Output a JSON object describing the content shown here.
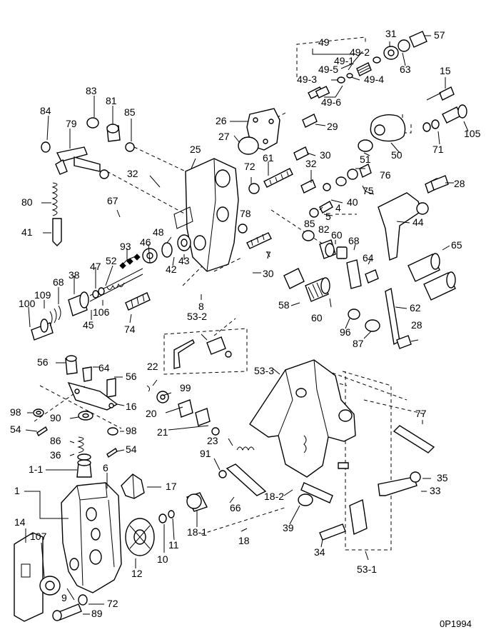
{
  "drawing_code": "0P1994",
  "callouts": [
    {
      "key": "c1",
      "text": "1"
    },
    {
      "key": "c1_1",
      "text": "1-1"
    },
    {
      "key": "c6",
      "text": "6"
    },
    {
      "key": "c9",
      "text": "9"
    },
    {
      "key": "c10",
      "text": "10"
    },
    {
      "key": "c11",
      "text": "11"
    },
    {
      "key": "c12",
      "text": "12"
    },
    {
      "key": "c14",
      "text": "14"
    },
    {
      "key": "c15",
      "text": "15"
    },
    {
      "key": "c16",
      "text": "16"
    },
    {
      "key": "c17",
      "text": "17"
    },
    {
      "key": "c18",
      "text": "18"
    },
    {
      "key": "c18_1",
      "text": "18-1"
    },
    {
      "key": "c18_2",
      "text": "18-2"
    },
    {
      "key": "c20",
      "text": "20"
    },
    {
      "key": "c21",
      "text": "21"
    },
    {
      "key": "c22",
      "text": "22"
    },
    {
      "key": "c23",
      "text": "23"
    },
    {
      "key": "c25",
      "text": "25"
    },
    {
      "key": "c26",
      "text": "26"
    },
    {
      "key": "c27",
      "text": "27"
    },
    {
      "key": "c28a",
      "text": "28"
    },
    {
      "key": "c28b",
      "text": "28"
    },
    {
      "key": "c29",
      "text": "29"
    },
    {
      "key": "c30a",
      "text": "30"
    },
    {
      "key": "c30b",
      "text": "30"
    },
    {
      "key": "c31",
      "text": "31"
    },
    {
      "key": "c32a",
      "text": "32"
    },
    {
      "key": "c32b",
      "text": "32"
    },
    {
      "key": "c33",
      "text": "33"
    },
    {
      "key": "c34",
      "text": "34"
    },
    {
      "key": "c35",
      "text": "35"
    },
    {
      "key": "c36",
      "text": "36"
    },
    {
      "key": "c38",
      "text": "38"
    },
    {
      "key": "c39",
      "text": "39"
    },
    {
      "key": "c40",
      "text": "40"
    },
    {
      "key": "c41",
      "text": "41"
    },
    {
      "key": "c42",
      "text": "42"
    },
    {
      "key": "c43",
      "text": "43"
    },
    {
      "key": "c44",
      "text": "44"
    },
    {
      "key": "c45",
      "text": "45"
    },
    {
      "key": "c46",
      "text": "46"
    },
    {
      "key": "c47",
      "text": "47"
    },
    {
      "key": "c48",
      "text": "48"
    },
    {
      "key": "c49",
      "text": "49"
    },
    {
      "key": "c49_1",
      "text": "49-1"
    },
    {
      "key": "c49_2",
      "text": "49-2"
    },
    {
      "key": "c49_3",
      "text": "49-3"
    },
    {
      "key": "c49_4",
      "text": "49-4"
    },
    {
      "key": "c49_5",
      "text": "49-5"
    },
    {
      "key": "c49_6",
      "text": "49-6"
    },
    {
      "key": "c50",
      "text": "50"
    },
    {
      "key": "c51",
      "text": "51"
    },
    {
      "key": "c52",
      "text": "52"
    },
    {
      "key": "c53_1",
      "text": "53-1"
    },
    {
      "key": "c53_2",
      "text": "53-2"
    },
    {
      "key": "c53_3",
      "text": "53-3"
    },
    {
      "key": "c54a",
      "text": "54"
    },
    {
      "key": "c54b",
      "text": "54"
    },
    {
      "key": "c56a",
      "text": "56"
    },
    {
      "key": "c56b",
      "text": "56"
    },
    {
      "key": "c57",
      "text": "57"
    },
    {
      "key": "c58",
      "text": "58"
    },
    {
      "key": "c60a",
      "text": "60"
    },
    {
      "key": "c60b",
      "text": "60"
    },
    {
      "key": "c61",
      "text": "61"
    },
    {
      "key": "c62",
      "text": "62"
    },
    {
      "key": "c63",
      "text": "63"
    },
    {
      "key": "c64a",
      "text": "64"
    },
    {
      "key": "c64b",
      "text": "64"
    },
    {
      "key": "c65",
      "text": "65"
    },
    {
      "key": "c66",
      "text": "66"
    },
    {
      "key": "c67",
      "text": "67"
    },
    {
      "key": "c68a",
      "text": "68"
    },
    {
      "key": "c68b",
      "text": "68"
    },
    {
      "key": "c71",
      "text": "71"
    },
    {
      "key": "c72a",
      "text": "72"
    },
    {
      "key": "c72b",
      "text": "72"
    },
    {
      "key": "c74",
      "text": "74"
    },
    {
      "key": "c75",
      "text": "75"
    },
    {
      "key": "c76",
      "text": "76"
    },
    {
      "key": "c77",
      "text": "77"
    },
    {
      "key": "c78",
      "text": "78"
    },
    {
      "key": "c79",
      "text": "79"
    },
    {
      "key": "c80",
      "text": "80"
    },
    {
      "key": "c81",
      "text": "81"
    },
    {
      "key": "c82",
      "text": "82"
    },
    {
      "key": "c83",
      "text": "83"
    },
    {
      "key": "c84",
      "text": "84"
    },
    {
      "key": "c85a",
      "text": "85"
    },
    {
      "key": "c85b",
      "text": "85"
    },
    {
      "key": "c86",
      "text": "86"
    },
    {
      "key": "c87",
      "text": "87"
    },
    {
      "key": "c89",
      "text": "89"
    },
    {
      "key": "c90",
      "text": "90"
    },
    {
      "key": "c91",
      "text": "91"
    },
    {
      "key": "c93",
      "text": "93"
    },
    {
      "key": "c96",
      "text": "96"
    },
    {
      "key": "c98a",
      "text": "98"
    },
    {
      "key": "c98b",
      "text": "98"
    },
    {
      "key": "c99",
      "text": "99"
    },
    {
      "key": "c100",
      "text": "100"
    },
    {
      "key": "c105",
      "text": "105"
    },
    {
      "key": "c106",
      "text": "106"
    },
    {
      "key": "c107",
      "text": "107"
    },
    {
      "key": "c109",
      "text": "109"
    },
    {
      "key": "c5",
      "text": "5"
    },
    {
      "key": "c4",
      "text": "4"
    },
    {
      "key": "c7",
      "text": "7"
    },
    {
      "key": "c8",
      "text": "8"
    }
  ],
  "labels": {
    "c1": "1",
    "c1_1": "1-1",
    "c6": "6",
    "c9": "9",
    "c10": "10",
    "c11": "11",
    "c12": "12",
    "c14": "14",
    "c15": "15",
    "c16": "16",
    "c17": "17",
    "c18": "18",
    "c18_1": "18-1",
    "c18_2": "18-2",
    "c20": "20",
    "c21": "21",
    "c22": "22",
    "c23": "23",
    "c25": "25",
    "c26": "26",
    "c27": "27",
    "c28a": "28",
    "c28b": "28",
    "c29": "29",
    "c30a": "30",
    "c30b": "30",
    "c31": "31",
    "c32a": "32",
    "c32b": "32",
    "c33": "33",
    "c34": "34",
    "c35": "35",
    "c36": "36",
    "c38": "38",
    "c39": "39",
    "c40": "40",
    "c41": "41",
    "c42": "42",
    "c43": "43",
    "c44": "44",
    "c45": "45",
    "c46": "46",
    "c47": "47",
    "c48": "48",
    "c49": "49",
    "c49_1": "49-1",
    "c49_2": "49-2",
    "c49_3": "49-3",
    "c49_4": "49-4",
    "c49_5": "49-5",
    "c49_6": "49-6",
    "c50": "50",
    "c51": "51",
    "c52": "52",
    "c53_1": "53-1",
    "c53_2": "53-2",
    "c53_3": "53-3",
    "c54a": "54",
    "c54b": "54",
    "c56a": "56",
    "c56b": "56",
    "c57": "57",
    "c58": "58",
    "c60a": "60",
    "c60b": "60",
    "c61": "61",
    "c62": "62",
    "c63": "63",
    "c64a": "64",
    "c64b": "64",
    "c65": "65",
    "c66": "66",
    "c67": "67",
    "c68a": "68",
    "c68b": "68",
    "c71": "71",
    "c72a": "72",
    "c72b": "72",
    "c74": "74",
    "c75": "75",
    "c76": "76",
    "c77": "77",
    "c78": "78",
    "c79": "79",
    "c80": "80",
    "c81": "81",
    "c82": "82",
    "c83": "83",
    "c84": "84",
    "c85a": "85",
    "c85b": "85",
    "c86": "86",
    "c87": "87",
    "c89": "89",
    "c90": "90",
    "c91": "91",
    "c93": "93",
    "c96": "96",
    "c98a": "98",
    "c98b": "98",
    "c99": "99",
    "c100": "100",
    "c105": "105",
    "c106": "106",
    "c107": "107",
    "c109": "109",
    "c5": "5",
    "c4": "4",
    "c7": "7",
    "c8": "8"
  }
}
